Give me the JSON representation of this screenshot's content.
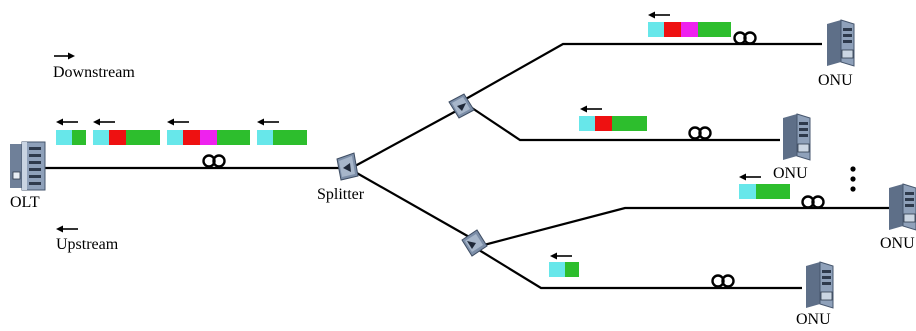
{
  "labels": {
    "olt": "OLT",
    "splitter": "Splitter",
    "onu": "ONU",
    "downstream": "Downstream",
    "upstream": "Upstream"
  },
  "colors": {
    "cyan": "#67E7EA",
    "green": "#2DBE2D",
    "red": "#EE1111",
    "magenta": "#EE22EE",
    "line": "#000000",
    "device_body": "#8295AE",
    "device_dark": "#46566D",
    "device_light": "#CBD6E3"
  },
  "icons": {
    "olt": "olt-rack-icon",
    "onu": "onu-tower-icon",
    "splitter": "splitter-icon",
    "fiber": "fiber-coil-icon",
    "arrow": "left-arrow-icon",
    "dots": "vertical-ellipsis-icon"
  }
}
